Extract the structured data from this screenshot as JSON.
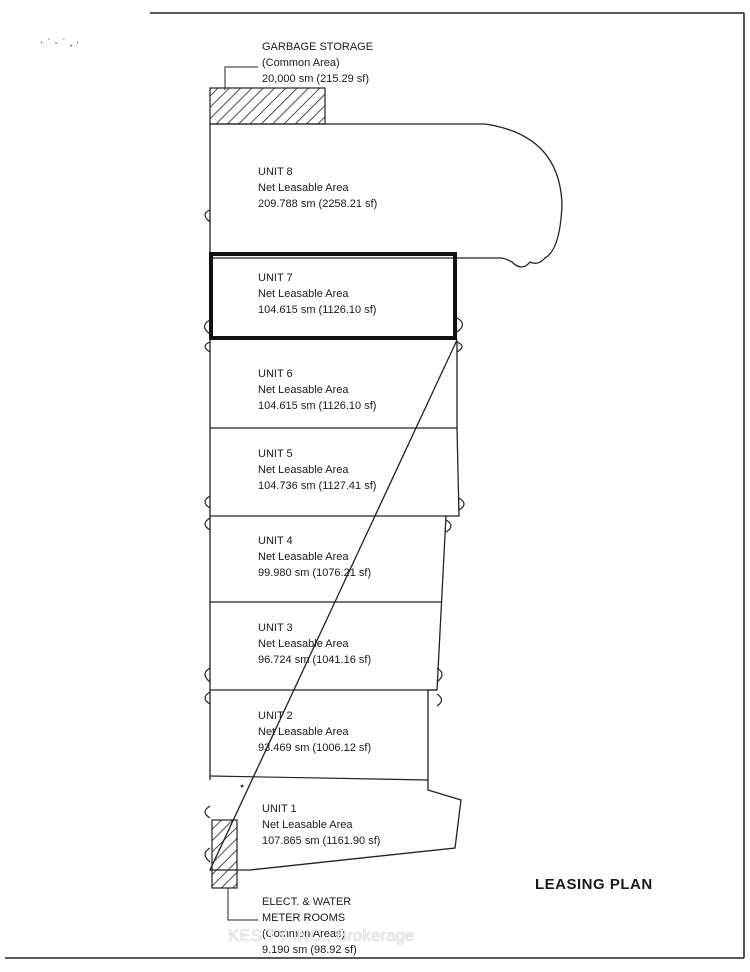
{
  "plan_title": "LEASING PLAN",
  "watermark": "KES        TY INC., Brokerage",
  "garbage": {
    "line1": "GARBAGE STORAGE",
    "line2": "(Common Area)",
    "line3": "20,000  sm  (215.29  sf)"
  },
  "meter": {
    "line1": "ELECT. & WATER",
    "line2": "METER ROOMS",
    "line3": "(Common Areas)",
    "line4": "9.190  sm  (98.92  sf)"
  },
  "units": [
    {
      "name": "UNIT 8",
      "label": "Net Leasable Area",
      "area": "209.788  sm  (2258.21  sf)"
    },
    {
      "name": "UNIT 7",
      "label": "Net Leasable Area",
      "area": "104.615  sm  (1126.10  sf)"
    },
    {
      "name": "UNIT 6",
      "label": "Net Leasable Area",
      "area": "104.615  sm  (1126.10  sf)"
    },
    {
      "name": "UNIT 5",
      "label": "Net Leasable Area",
      "area": "104.736  sm  (1127.41  sf)"
    },
    {
      "name": "UNIT 4",
      "label": "Net Leasable Area",
      "area": "99.980  sm  (1076.21  sf)"
    },
    {
      "name": "UNIT 3",
      "label": "Net Leasable Area",
      "area": "96.724  sm  (1041.16  sf)"
    },
    {
      "name": "UNIT 2",
      "label": "Net Leasable Area",
      "area": "93.469  sm  (1006.12  sf)"
    },
    {
      "name": "UNIT 1",
      "label": "Net Leasable Area",
      "area": "107.865  sm  (1161.90  sf)"
    }
  ],
  "highlighted_unit": "UNIT 7"
}
